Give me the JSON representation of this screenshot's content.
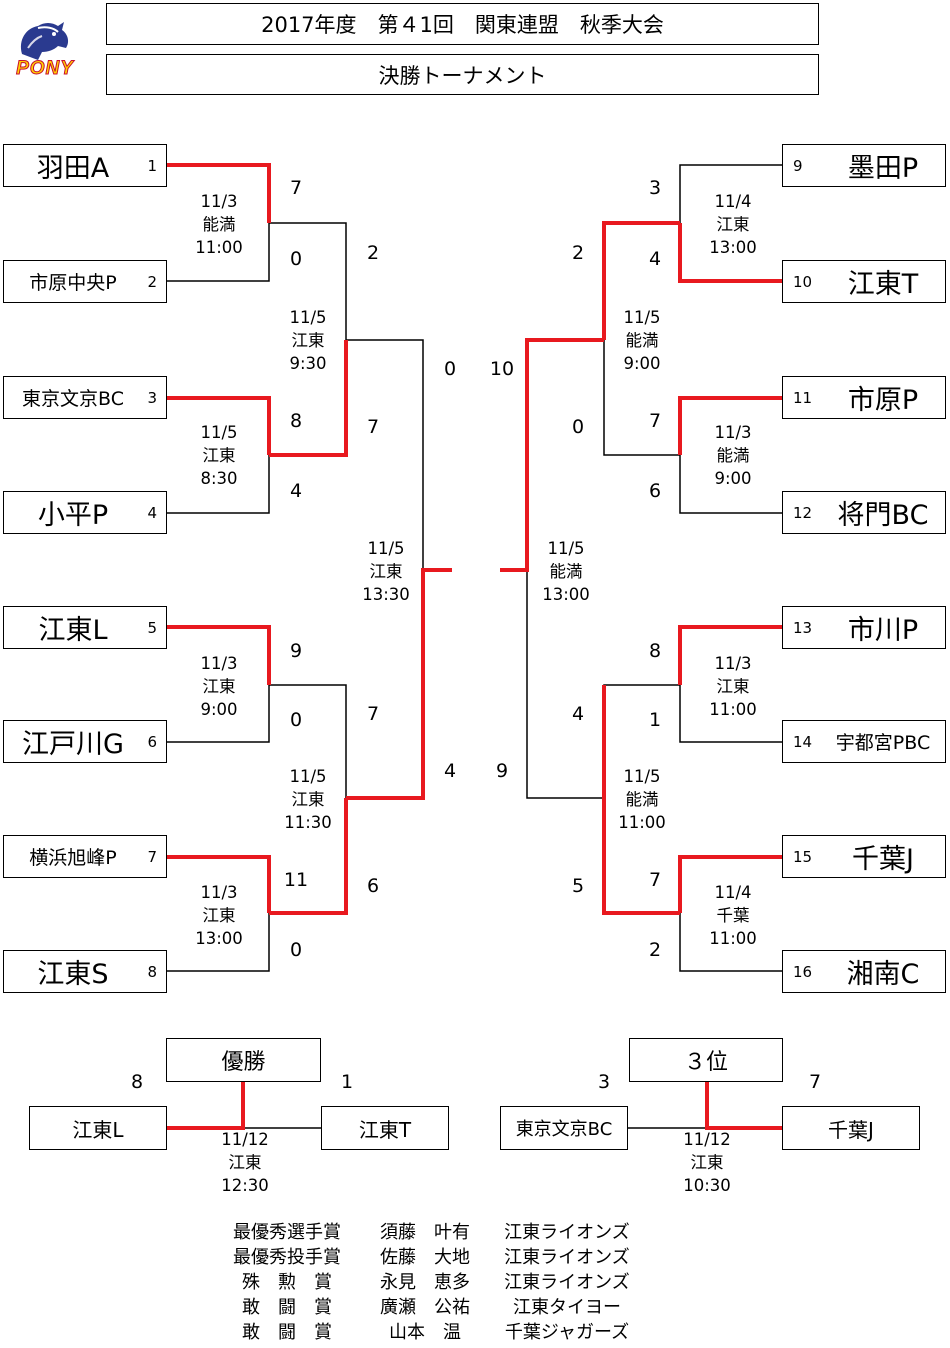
{
  "header": {
    "title": "2017年度　第４1回　関東連盟　秋季大会",
    "subtitle": "決勝トーナメント",
    "logo_text": "PONY"
  },
  "colors": {
    "winner_line": "#e8191f",
    "line": "#000000"
  },
  "teams": [
    {
      "seed": "1",
      "name": "羽田A"
    },
    {
      "seed": "2",
      "name": "市原中央P"
    },
    {
      "seed": "3",
      "name": "東京文京BC"
    },
    {
      "seed": "4",
      "name": "小平P"
    },
    {
      "seed": "5",
      "name": "江東L"
    },
    {
      "seed": "6",
      "name": "江戸川G"
    },
    {
      "seed": "7",
      "name": "横浜旭峰P"
    },
    {
      "seed": "8",
      "name": "江東S"
    },
    {
      "seed": "9",
      "name": "墨田P"
    },
    {
      "seed": "10",
      "name": "江東T"
    },
    {
      "seed": "11",
      "name": "市原P"
    },
    {
      "seed": "12",
      "name": "将門BC"
    },
    {
      "seed": "13",
      "name": "市川P"
    },
    {
      "seed": "14",
      "name": "宇都宮PBC"
    },
    {
      "seed": "15",
      "name": "千葉J"
    },
    {
      "seed": "16",
      "name": "湘南C"
    }
  ],
  "games": [
    {
      "date": "11/3",
      "venue": "能満",
      "time": "11:00",
      "score_top": "7",
      "score_bottom": "0"
    },
    {
      "date": "11/5",
      "venue": "江東",
      "time": "8:30",
      "score_top": "8",
      "score_bottom": "4"
    },
    {
      "date": "11/3",
      "venue": "江東",
      "time": "9:00",
      "score_top": "9",
      "score_bottom": "0"
    },
    {
      "date": "11/3",
      "venue": "江東",
      "time": "13:00",
      "score_top": "11",
      "score_bottom": "0"
    },
    {
      "date": "11/4",
      "venue": "江東",
      "time": "13:00",
      "score_top": "3",
      "score_bottom": "4"
    },
    {
      "date": "11/3",
      "venue": "能満",
      "time": "9:00",
      "score_top": "7",
      "score_bottom": "6"
    },
    {
      "date": "11/3",
      "venue": "江東",
      "time": "11:00",
      "score_top": "8",
      "score_bottom": "1"
    },
    {
      "date": "11/4",
      "venue": "千葉",
      "time": "11:00",
      "score_top": "7",
      "score_bottom": "2"
    },
    {
      "date": "11/5",
      "venue": "江東",
      "time": "9:30",
      "score_top": "2",
      "score_bottom": "7"
    },
    {
      "date": "11/5",
      "venue": "江東",
      "time": "11:30",
      "score_top": "7",
      "score_bottom": "6"
    },
    {
      "date": "11/5",
      "venue": "能満",
      "time": "9:00",
      "score_top": "2",
      "score_bottom": "0"
    },
    {
      "date": "11/5",
      "venue": "能満",
      "time": "11:00",
      "score_top": "4",
      "score_bottom": "5"
    },
    {
      "date": "11/5",
      "venue": "江東",
      "time": "13:30",
      "score_top": "0",
      "score_bottom": "4"
    },
    {
      "date": "11/5",
      "venue": "能満",
      "time": "13:00",
      "score_top": "10",
      "score_bottom": "9"
    }
  ],
  "final": {
    "label": "優勝",
    "left_team": "江東L",
    "left_score": "8",
    "right_team": "江東T",
    "right_score": "1",
    "date": "11/12",
    "venue": "江東",
    "time": "12:30"
  },
  "third": {
    "label": "３位",
    "left_team": "東京文京BC",
    "left_score": "3",
    "right_team": "千葉J",
    "right_score": "7",
    "date": "11/12",
    "venue": "江東",
    "time": "10:30"
  },
  "awards": [
    {
      "title": "最優秀選手賞",
      "player": "須藤　叶有",
      "team": "江東ライオンズ"
    },
    {
      "title": "最優秀投手賞",
      "player": "佐藤　大地",
      "team": "江東ライオンズ"
    },
    {
      "title": "殊　勲　賞",
      "player": "永見　恵多",
      "team": "江東ライオンズ"
    },
    {
      "title": "敢　闘　賞",
      "player": "廣瀬　公祐",
      "team": "江東タイヨー"
    },
    {
      "title": "敢　闘　賞",
      "player": "山本　温",
      "team": "千葉ジャガーズ"
    }
  ]
}
